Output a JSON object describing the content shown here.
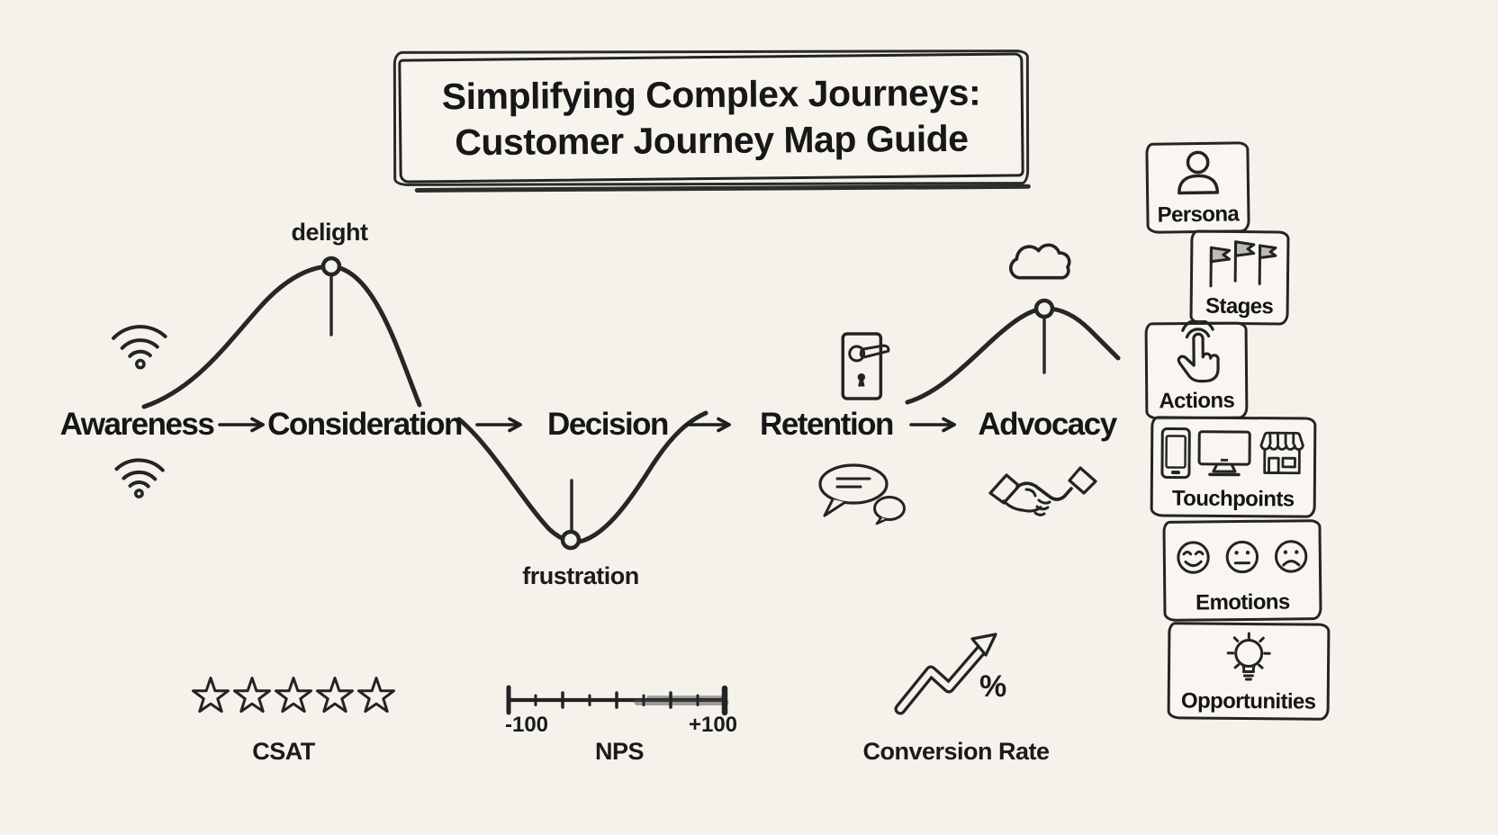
{
  "title": {
    "line1": "Simplifying Complex Journeys:",
    "line2": "Customer Journey Map Guide"
  },
  "journey": {
    "stages": [
      {
        "label": "Awareness"
      },
      {
        "label": "Consideration"
      },
      {
        "label": "Decision"
      },
      {
        "label": "Retention"
      },
      {
        "label": "Advocacy"
      }
    ],
    "curve": {
      "peak_label": "delight",
      "valley_label": "frustration"
    },
    "icons": {
      "awareness_top": "wifi-icon",
      "awareness_bottom": "wifi-icon",
      "retention_top": "door-handle-icon",
      "retention_bottom": "chat-bubbles-icon",
      "advocacy_top": "cloud-icon",
      "advocacy_bottom": "handshake-icon"
    }
  },
  "metrics": {
    "csat": {
      "label": "CSAT",
      "stars": 5,
      "icon": "five-stars-icon"
    },
    "nps": {
      "label": "NPS",
      "scale_min": "-100",
      "scale_max": "+100",
      "icon": "nps-scale-icon"
    },
    "conversion": {
      "label": "Conversion Rate",
      "symbol": "%",
      "icon": "trend-arrow-icon"
    }
  },
  "legend": [
    {
      "label": "Persona",
      "icon": "person-icon"
    },
    {
      "label": "Stages",
      "icon": "flags-icon"
    },
    {
      "label": "Actions",
      "icon": "tap-hand-icon"
    },
    {
      "label": "Touchpoints",
      "icon": "devices-icon"
    },
    {
      "label": "Emotions",
      "icon": "faces-icon"
    },
    {
      "label": "Opportunities",
      "icon": "lightbulb-icon"
    }
  ],
  "colors": {
    "background": "#f5f2ec",
    "ink": "#1f1f1f"
  }
}
